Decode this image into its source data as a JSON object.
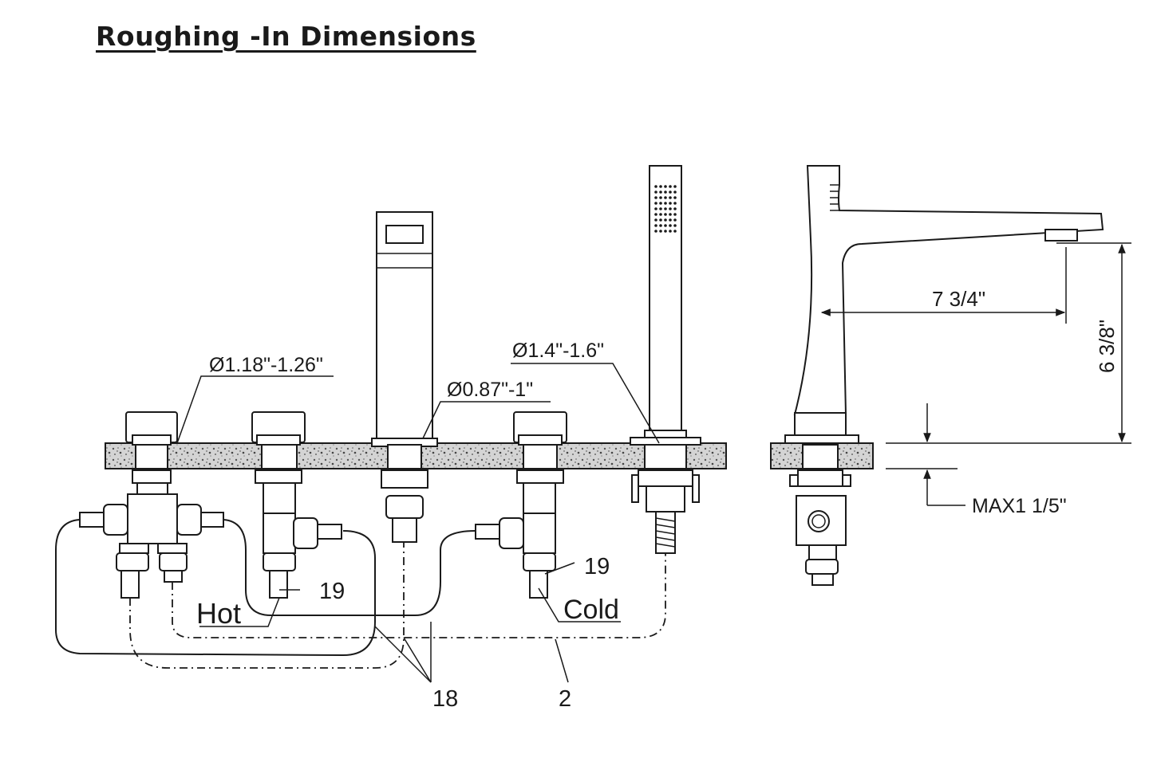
{
  "title": "Roughing -In Dimensions",
  "colors": {
    "line": "#1a1a1a",
    "background": "#ffffff",
    "counter_fill": "#b5b5b5"
  },
  "labels": {
    "dia_valve": "Ø1.18\"-1.26\"",
    "dia_spout": "Ø0.87\"-1\"",
    "dia_shower": "Ø1.4\"-1.6\"",
    "reach": "7 3/4\"",
    "height": "6 3/8\"",
    "max_thickness": "MAX1 1/5\"",
    "hot": "Hot",
    "cold": "Cold",
    "part_19_left": "19",
    "part_19_right": "19",
    "part_18": "18",
    "part_2": "2"
  }
}
